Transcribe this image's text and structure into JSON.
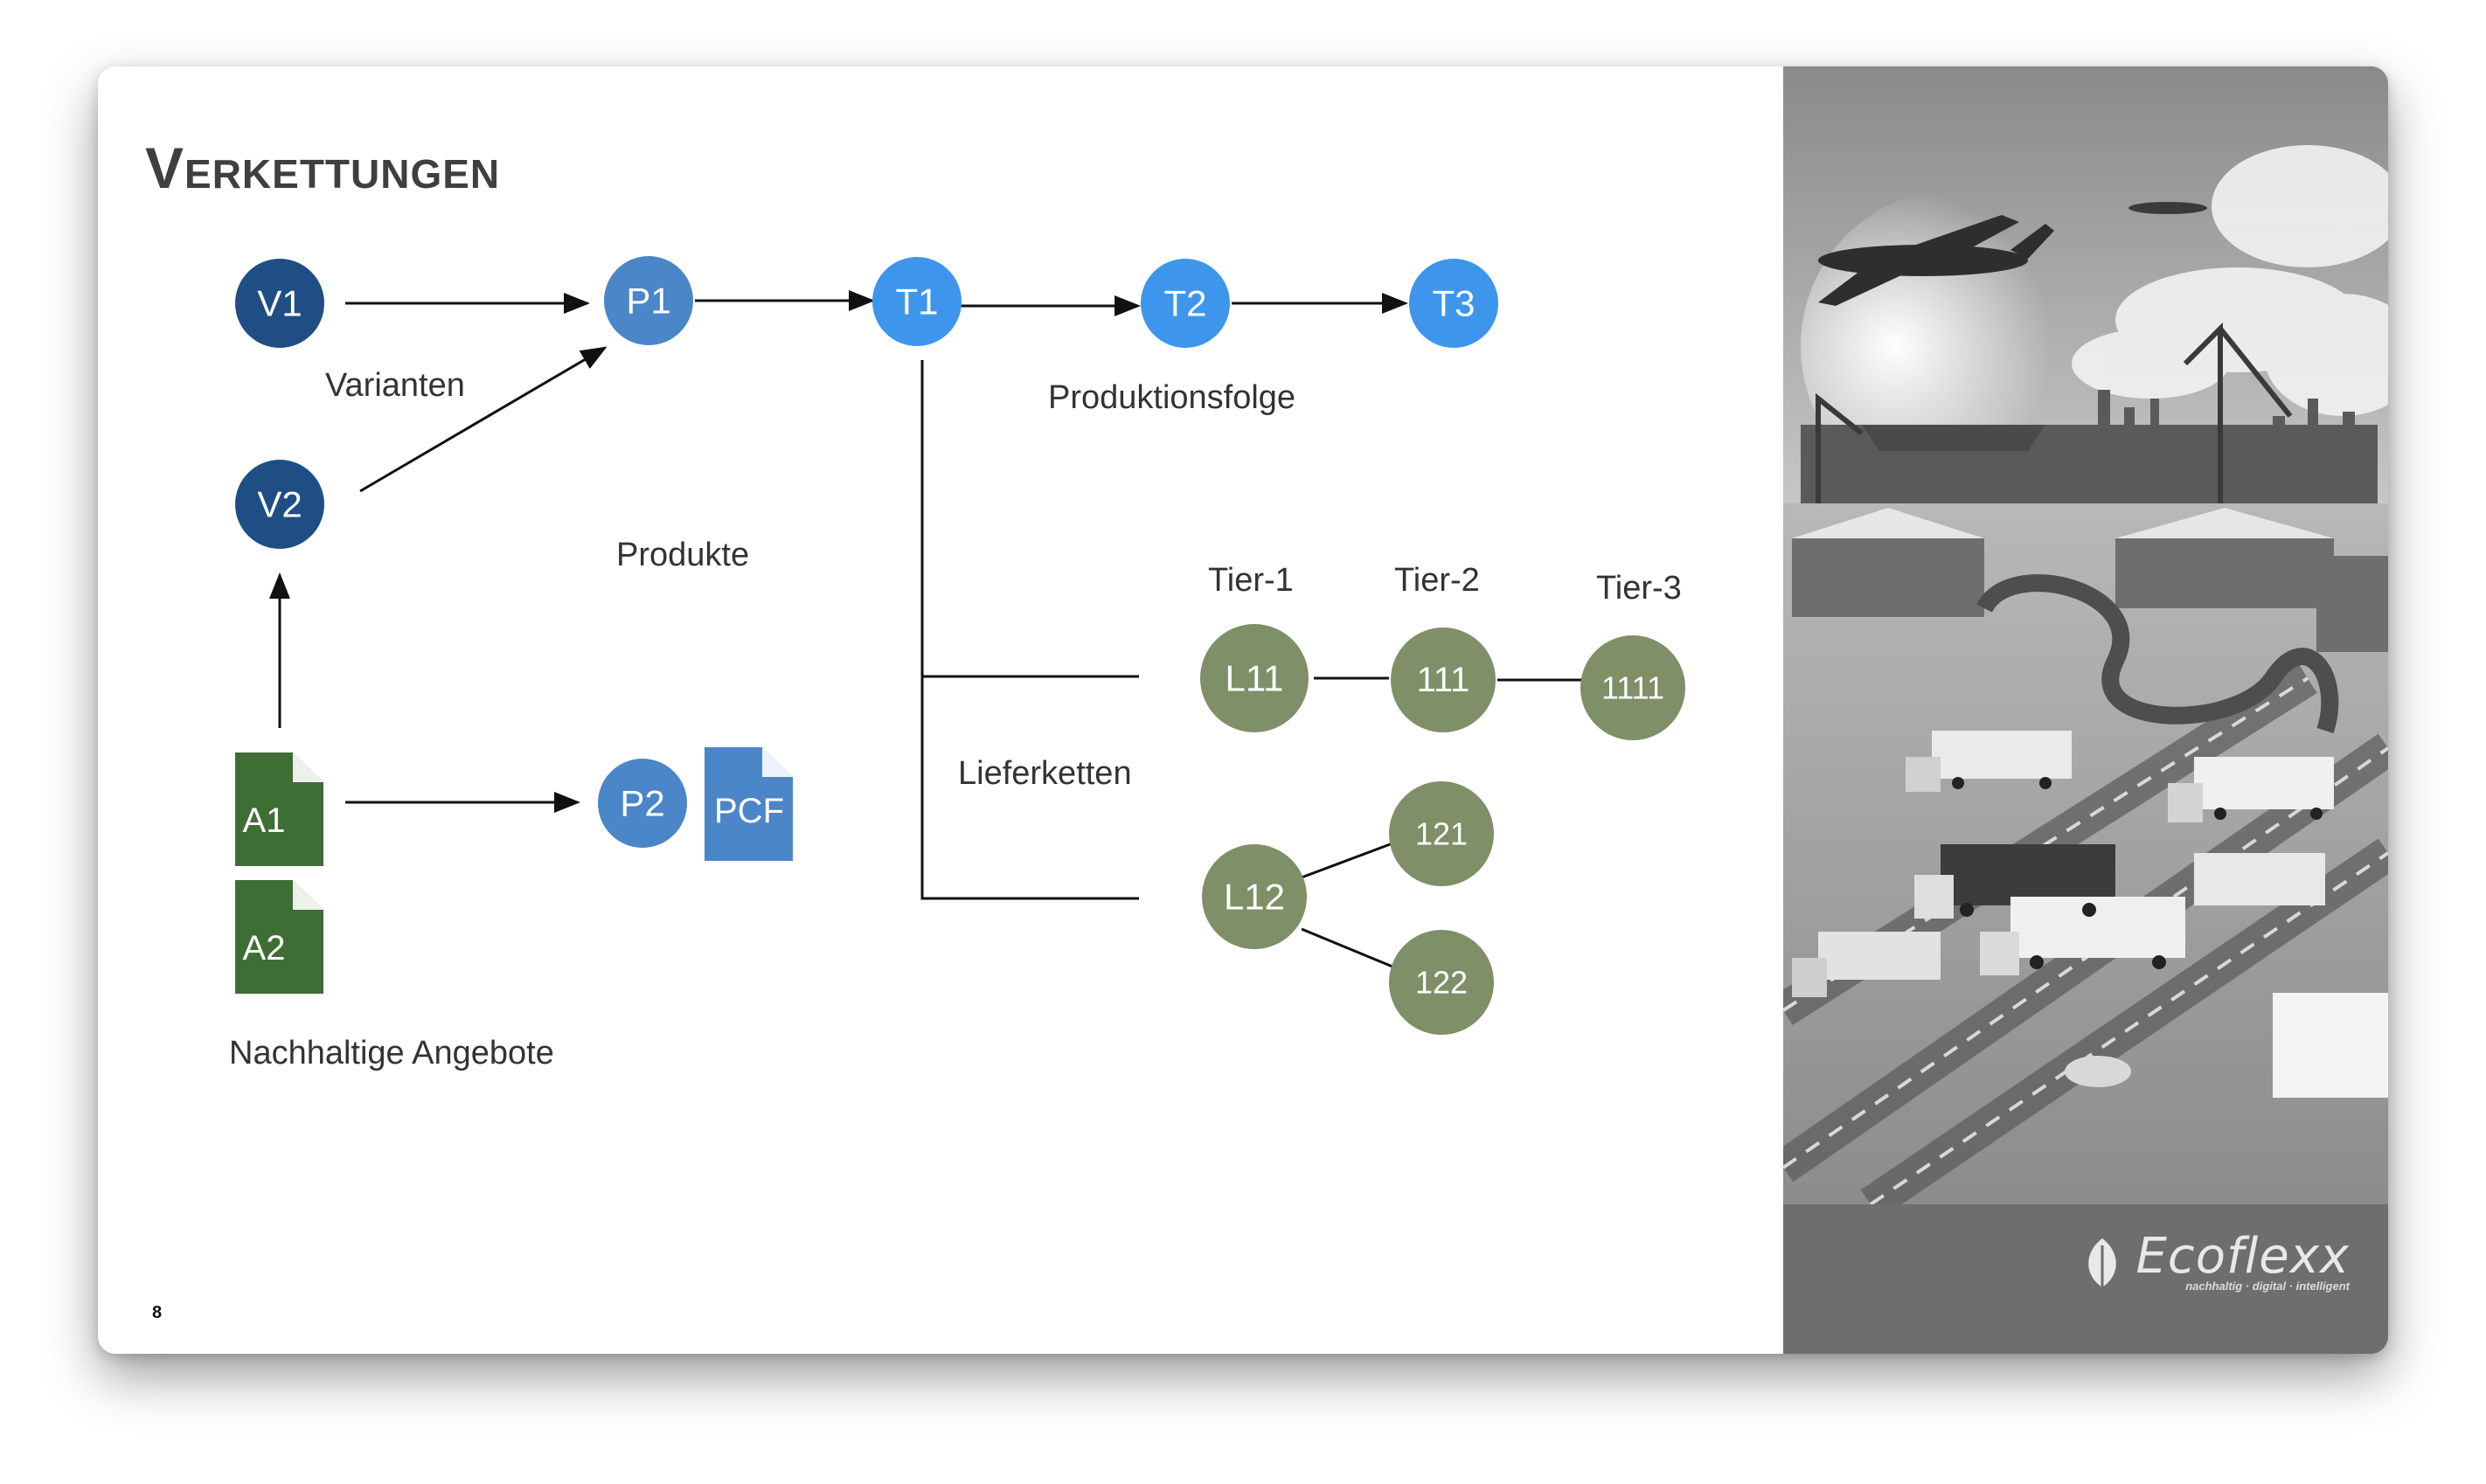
{
  "slide": {
    "title": "Verkettungen",
    "page_number": "8"
  },
  "colors": {
    "variant_node": "#1f4e85",
    "product_node": "#4a86c8",
    "production_node": "#3d96ec",
    "supplier_node": "#7f8f68",
    "offer_document": "#3e6e34",
    "pcf_document": "#4a86c8",
    "line": "#111111",
    "label_text": "#333333"
  },
  "nodes": {
    "V1": "V1",
    "V2": "V2",
    "P1": "P1",
    "P2": "P2",
    "T1": "T1",
    "T2": "T2",
    "T3": "T3",
    "L11": "L11",
    "N111": "111",
    "N1111": "1111",
    "L12": "L12",
    "N121": "121",
    "N122": "122"
  },
  "documents": {
    "A1": "A1",
    "A2": "A2",
    "PCF": "PCF"
  },
  "labels": {
    "varianten": "Varianten",
    "produkte": "Produkte",
    "produktionsfolge": "Produktionsfolge",
    "lieferketten": "Lieferketten",
    "nachhaltige_angebote": "Nachhaltige Angebote",
    "tier1": "Tier-1",
    "tier2": "Tier-2",
    "tier3": "Tier-3"
  },
  "brand": {
    "name": "Ecoflexx",
    "tagline": "nachhaltig · digital · intelligent"
  }
}
